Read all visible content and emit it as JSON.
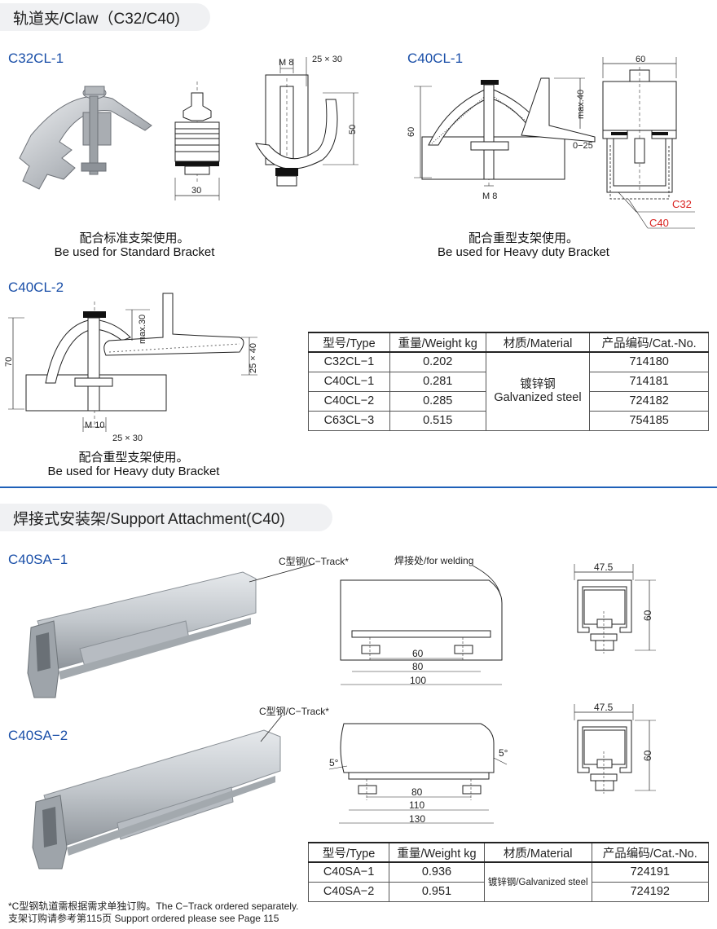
{
  "section_claw": {
    "title": "轨道夹/Claw（C32/C40)",
    "parts": {
      "c32cl1": "C32CL-1",
      "c40cl1": "C40CL-1",
      "c40cl2": "C40CL-2"
    },
    "captions": {
      "standard_cn": "配合标准支架使用。",
      "standard_en": "Be used for Standard Bracket",
      "heavy_cn": "配合重型支架使用。",
      "heavy_en": "Be used for Heavy duty Bracket"
    },
    "dims": {
      "c32": {
        "m8": "M 8",
        "d25x30": "25 × 30",
        "d50": "50",
        "d30": "30"
      },
      "c40_1": {
        "d60w": "60",
        "d60h": "60",
        "max40": "max.40",
        "d025": "0−25",
        "m8": "M 8",
        "c32": "C32",
        "c40": "C40"
      },
      "c40_2": {
        "d70": "70",
        "max30": "max.30",
        "d25x40": "25 × 40",
        "m10": "M 10",
        "d25x30": "25 × 30"
      }
    },
    "table": {
      "headers": [
        "型号/Type",
        "重量/Weight kg",
        "材质/Material",
        "产品编码/Cat.-No."
      ],
      "material_cn": "镀锌钢",
      "material_en": "Galvanized steel",
      "rows": [
        {
          "type": "C32CL−1",
          "weight": "0.202",
          "cat": "714180"
        },
        {
          "type": "C40CL−1",
          "weight": "0.281",
          "cat": "714181"
        },
        {
          "type": "C40CL−2",
          "weight": "0.285",
          "cat": "724182"
        },
        {
          "type": "C63CL−3",
          "weight": "0.515",
          "cat": "754185"
        }
      ]
    }
  },
  "section_support": {
    "title": "焊接式安装架/Support Attachment(C40)",
    "parts": {
      "sa1": "C40SA−1",
      "sa2": "C40SA−2"
    },
    "ctrack_label": "C型钢/C−Track*",
    "welding_label": "焊接处/for welding",
    "dims": {
      "sa1": {
        "d60": "60",
        "d80": "80",
        "d100": "100",
        "w475": "47.5",
        "h60": "60"
      },
      "sa2": {
        "a5l": "5°",
        "a5r": "5°",
        "d80": "80",
        "d110": "110",
        "d130": "130",
        "w475": "47.5",
        "h60": "60"
      }
    },
    "table": {
      "headers": [
        "型号/Type",
        "重量/Weight kg",
        "材质/Material",
        "产品编码/Cat.-No."
      ],
      "material": "镀锌钢/Galvanized steel",
      "rows": [
        {
          "type": "C40SA−1",
          "weight": "0.936",
          "cat": "724191"
        },
        {
          "type": "C40SA−2",
          "weight": "0.951",
          "cat": "724192"
        }
      ]
    }
  },
  "footnote": {
    "line1": "*C型钢轨道需根据需求单独订购。The C−Track ordered separately.",
    "line2": "支架订购请参考第115页 Support ordered  please see Page 115"
  }
}
